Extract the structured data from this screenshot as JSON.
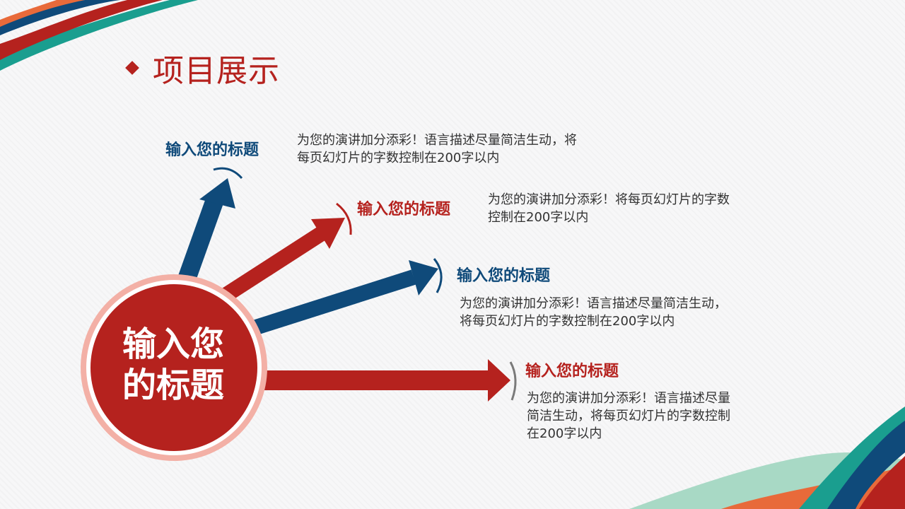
{
  "page": {
    "title": "项目展示"
  },
  "center": {
    "line1": "输入您",
    "line2": "的标题"
  },
  "items": [
    {
      "title": "输入您的标题",
      "desc_lines": [
        "为您的演讲加分添彩！语言描述尽量简洁生动，将",
        "每页幻灯片的字数控制在200字以内"
      ],
      "color": "#0f4a7a"
    },
    {
      "title": "输入您的标题",
      "desc_lines": [
        "为您的演讲加分添彩！将每页幻灯片的字数",
        "控制在200字以内"
      ],
      "color": "#b5221e"
    },
    {
      "title": "输入您的标题",
      "desc_lines": [
        "为您的演讲加分添彩！语言描述尽量简洁生动，",
        "将每页幻灯片的字数控制在200字以内"
      ],
      "color": "#0f4a7a"
    },
    {
      "title": "输入您的标题",
      "desc_lines": [
        "为您的演讲加分添彩！语言描述尽量",
        "简洁生动，将每页幻灯片的字数控制",
        "在200字以内"
      ],
      "color": "#b5221e"
    }
  ],
  "colors": {
    "red": "#b5221e",
    "blue": "#0f4a7a",
    "teal": "#1a9e8f",
    "mint": "#a8d9c5",
    "orange": "#e86a3a"
  }
}
